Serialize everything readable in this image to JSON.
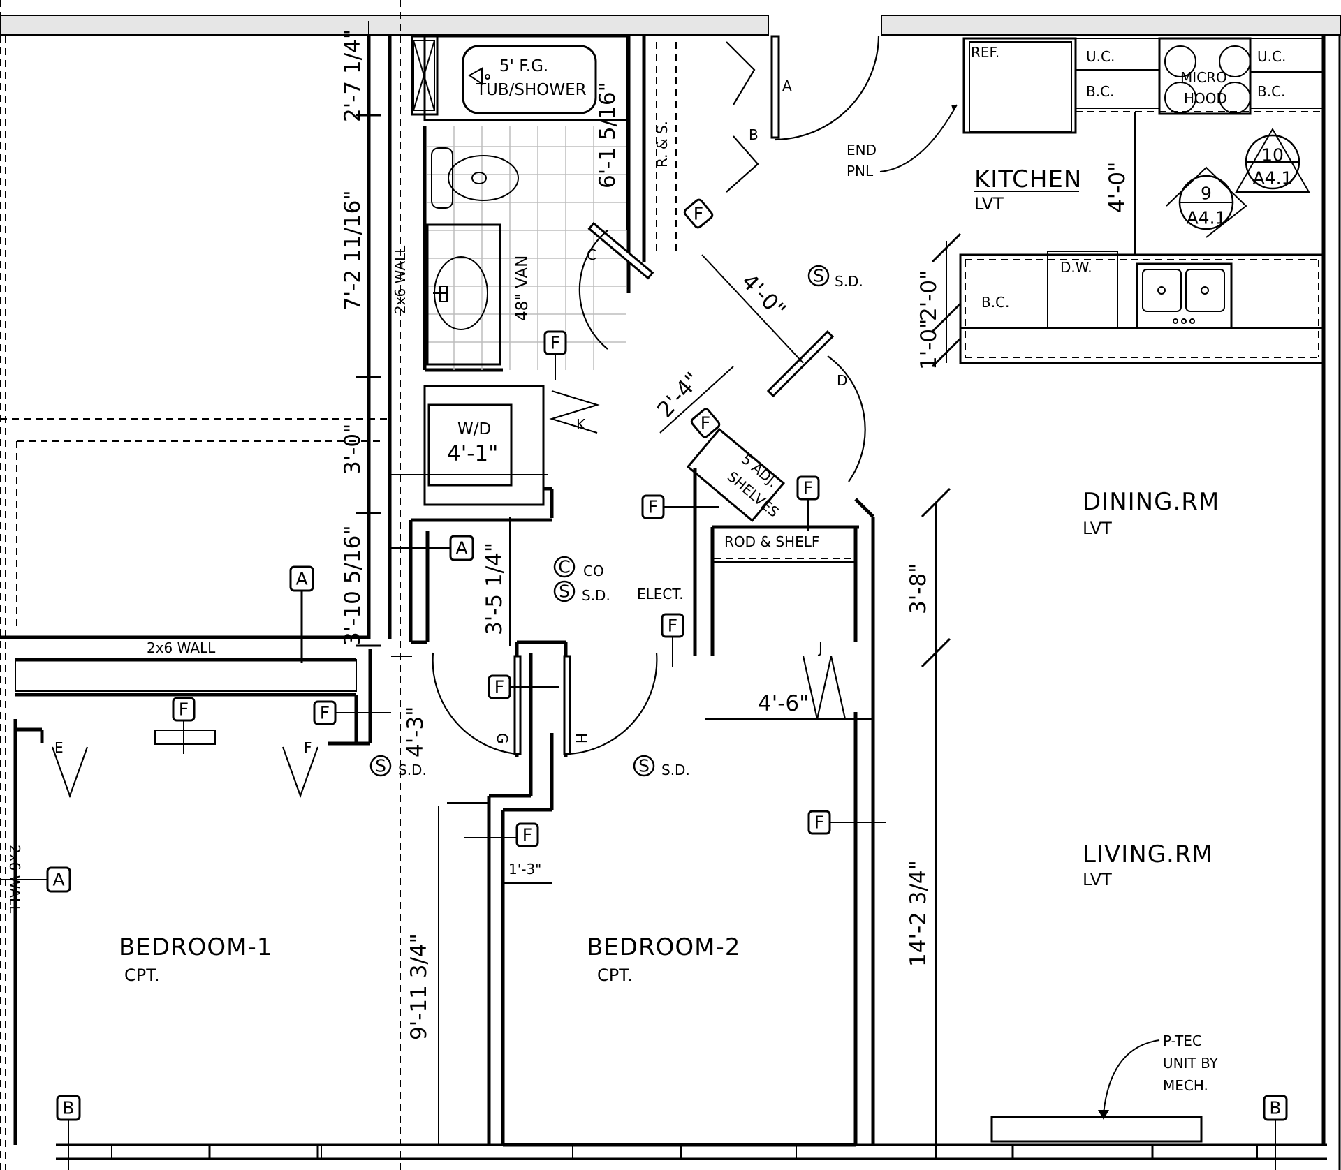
{
  "rooms": {
    "kitchen": {
      "name": "KITCHEN",
      "finish": "LVT"
    },
    "dining": {
      "name": "DINING.RM",
      "finish": "LVT"
    },
    "living": {
      "name": "LIVING.RM",
      "finish": "LVT"
    },
    "bedroom1": {
      "name": "BEDROOM-1",
      "finish": "CPT."
    },
    "bedroom2": {
      "name": "BEDROOM-2",
      "finish": "CPT."
    }
  },
  "fixtures": {
    "tub_line1": "5' F.G.",
    "tub_line2": "TUB/SHOWER",
    "vanity": "48\" VAN",
    "washer_dryer": "W/D",
    "washer_dryer_dim": "4'-1\"",
    "ref": "REF.",
    "uc_left": "U.C.",
    "bc_left": "B.C.",
    "micro_line1": "MICRO",
    "micro_line2": "HOOD",
    "uc_right": "U.C.",
    "bc_right": "B.C.",
    "dw": "D.W.",
    "bc_lower": "B.C.",
    "end_panel_line1": "END",
    "end_panel_line2": "PNL",
    "rod_shelf": "ROD & SHELF",
    "rs": "R. & S.",
    "adj_shelves_line1": "5 ADJ.",
    "adj_shelves_line2": "SHELVES",
    "elect": "ELECT.",
    "ptec_line1": "P-TEC",
    "ptec_line2": "UNIT BY",
    "ptec_line3": "MECH."
  },
  "notes": {
    "wall_2x6_vertical": "2x6 WALL",
    "wall_2x6_horizontal": "2x6 WALL",
    "wall_2x6_left": "2x6 WALL",
    "sd": "S.D.",
    "co": "CO",
    "s_symbol": "S",
    "c_symbol": "C"
  },
  "dimensions": {
    "d_2_7_1_4": "2'-7 1/4\"",
    "d_7_2_11_16": "7'-2 11/16\"",
    "d_3_0": "3'-0\"",
    "d_3_10_5_16": "3'-10 5/16\"",
    "d_6_1_5_16": "6'-1 5/16\"",
    "d_4_0_diag": "4'-0\"",
    "d_2_4": "2'-4\"",
    "d_3_5_1_4": "3'-5 1/4\"",
    "d_4_3": "4'-3\"",
    "d_4_6": "4'-6\"",
    "d_1_3": "1'-3\"",
    "d_9_11_3_4": "9'-11 3/4\"",
    "d_3_8": "3'-8\"",
    "d_14_2_3_4": "14'-2 3/4\"",
    "d_4_0_kitchen": "4'-0\"",
    "d_2_0": "2'-0\"",
    "d_1_0": "1'-0\""
  },
  "doors": [
    "A",
    "B",
    "C",
    "D",
    "E",
    "F",
    "G",
    "H",
    "J",
    "K"
  ],
  "tags": {
    "a": "A",
    "b": "B",
    "f": "F"
  },
  "section_marks": [
    {
      "number": "10",
      "sheet": "A4.1"
    },
    {
      "number": "9",
      "sheet": "A4.1"
    }
  ]
}
